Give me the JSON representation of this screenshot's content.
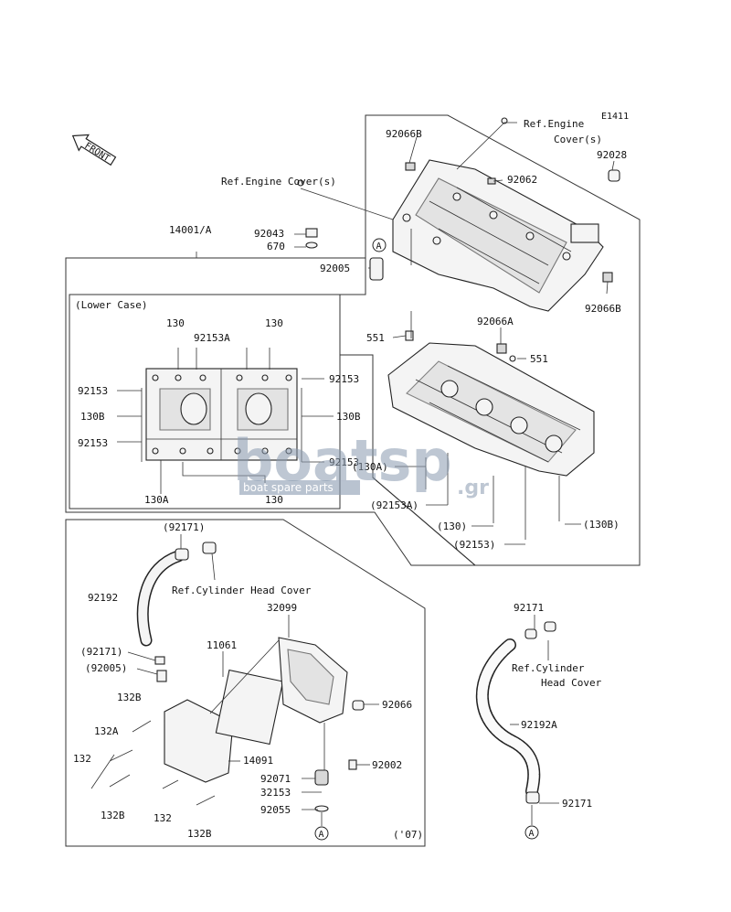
{
  "diagram": {
    "code": "E1411",
    "front_label": "FRONT",
    "lower_case_label": "(Lower Case)",
    "year_label": "('07)",
    "circle_a": "A",
    "refs": {
      "engine_cover_top": [
        "Ref.Engine",
        "Cover(s)"
      ],
      "engine_cover_left": "Ref.Engine Cover(s)",
      "cyl_head_cover_1": "Ref.Cylinder Head Cover",
      "cyl_head_cover_2": [
        "Ref.Cylinder",
        "Head Cover"
      ]
    },
    "parts": {
      "p14001A": "14001/A",
      "p92066B_1": "92066B",
      "p92066B_2": "92066B",
      "p92062": "92062",
      "p92028": "92028",
      "p92043": "92043",
      "p670": "670",
      "p92005": "92005",
      "p551_1": "551",
      "p551_2": "551",
      "p92066A": "92066A",
      "p130_1": "130",
      "p130_2": "130",
      "p130_3": "130",
      "p92153A": "92153A",
      "p92153_1": "92153",
      "p92153_2": "92153",
      "p92153_3": "92153",
      "p92153_4": "92153",
      "p130B": "130B",
      "p130B_2": "130B",
      "p130A": "130A",
      "p130A_paren": "(130A)",
      "p92153A_paren": "(92153A)",
      "p130_paren": "(130)",
      "p130B_paren": "(130B)",
      "p92153_paren": "(92153)",
      "p92171_paren_1": "(92171)",
      "p92192": "92192",
      "p32099": "32099",
      "p92171_paren_2": "(92171)",
      "p92005_paren": "(92005)",
      "p11061": "11061",
      "p132B_1": "132B",
      "p132A": "132A",
      "p132_1": "132",
      "p132B_2": "132B",
      "p132_2": "132",
      "p132B_3": "132B",
      "p14091": "14091",
      "p92066": "92066",
      "p92002": "92002",
      "p92071": "92071",
      "p32153": "32153",
      "p92055": "92055",
      "p92171_1": "92171",
      "p92192A": "92192A",
      "p92171_2": "92171"
    },
    "watermark": {
      "text": "boatsp",
      "tld": ".gr",
      "sub": "boat spare parts"
    }
  }
}
